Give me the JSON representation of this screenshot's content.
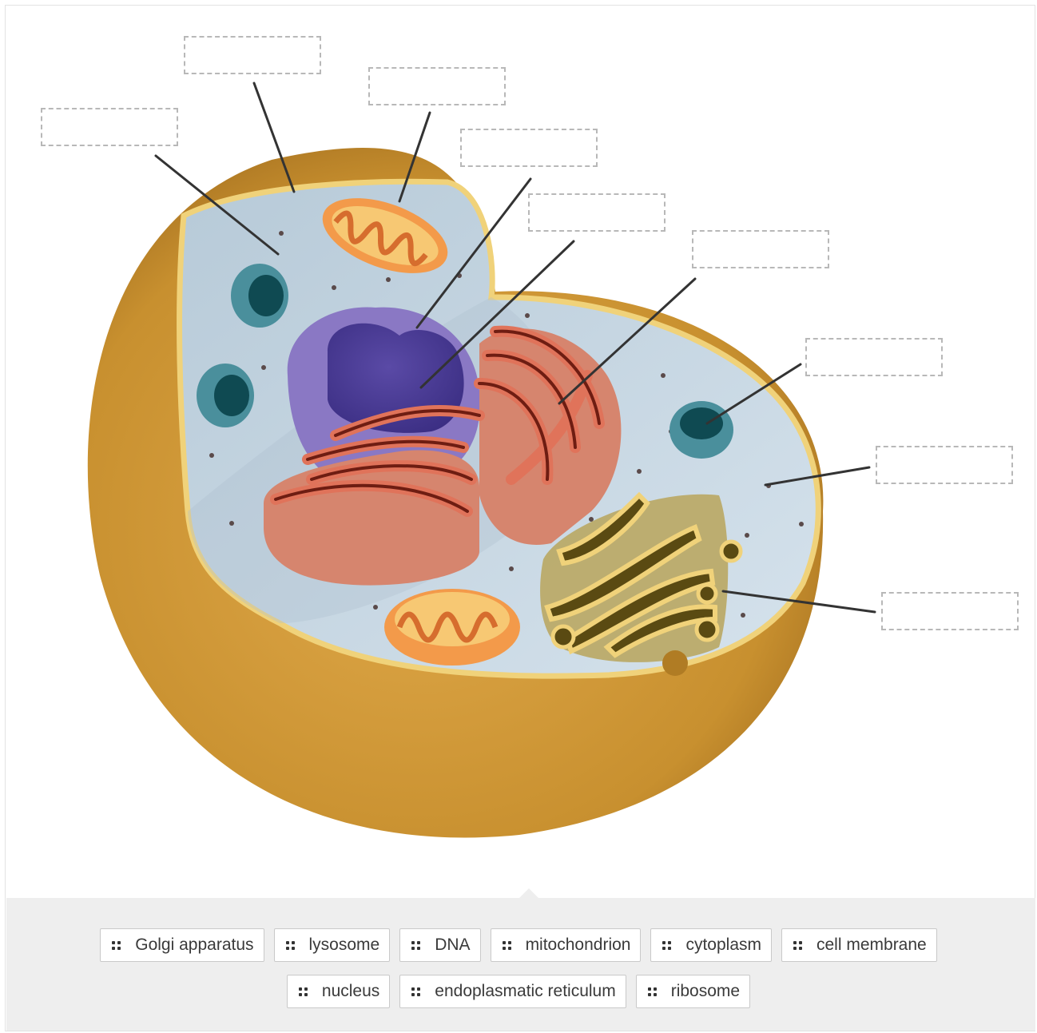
{
  "drop_zones": [
    {
      "id": "z1",
      "value": ""
    },
    {
      "id": "z2",
      "value": ""
    },
    {
      "id": "z3",
      "value": ""
    },
    {
      "id": "z4",
      "value": ""
    },
    {
      "id": "z5",
      "value": ""
    },
    {
      "id": "z6",
      "value": ""
    },
    {
      "id": "z7",
      "value": ""
    },
    {
      "id": "z8",
      "value": ""
    },
    {
      "id": "z9",
      "value": ""
    }
  ],
  "word_bank": {
    "row1": [
      "Golgi apparatus",
      "lysosome",
      "DNA",
      "mitochondrion",
      "cytoplasm",
      "cell membrane"
    ],
    "row2": [
      "nucleus",
      "endoplasmatic reticulum",
      "ribosome"
    ]
  },
  "colors": {
    "cell_outer": "#c98f34",
    "cytoplasm": "#c2d5e2",
    "membrane": "#f0d27a",
    "nucleus": "#8a78c4",
    "nucleolus": "#4a3c96",
    "er": "#e0735a",
    "mitochondrion": "#f39a4a",
    "golgi": "#c9b35c",
    "lysosome": "#2f7784",
    "tray": "#eeeeee"
  }
}
